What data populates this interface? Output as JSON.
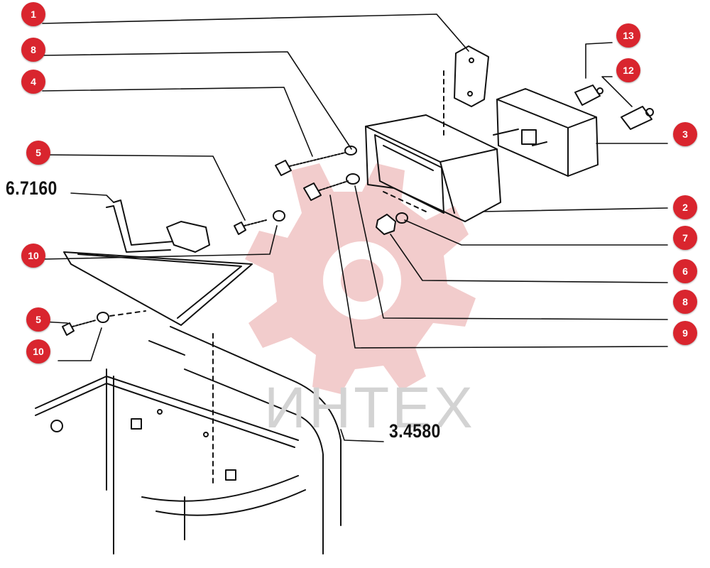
{
  "callouts": {
    "c1": "1",
    "c8a": "8",
    "c4": "4",
    "c5a": "5",
    "c10a": "10",
    "c5b": "5",
    "c10b": "10",
    "c13": "13",
    "c12": "12",
    "c3": "3",
    "c2": "2",
    "c7": "7",
    "c6": "6",
    "c8b": "8",
    "c9": "9"
  },
  "references": {
    "ref_left": "6.7160",
    "ref_right": "3.4580"
  },
  "watermark": {
    "text": "ИНТЕХ",
    "color": "#e8a3a3"
  },
  "colors": {
    "badge": "#d9252e",
    "line": "#111111"
  }
}
